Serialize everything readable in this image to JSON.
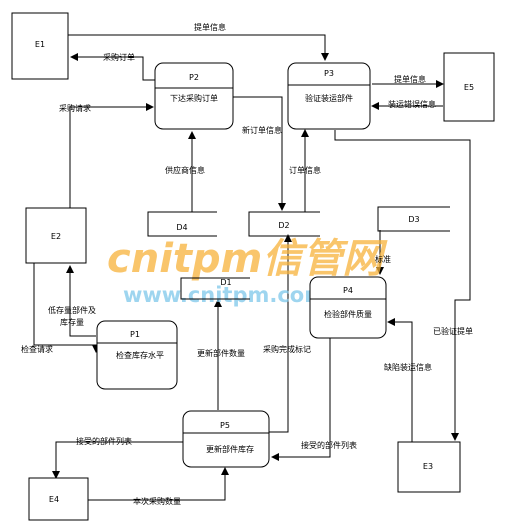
{
  "entities": {
    "e1": "E1",
    "e2": "E2",
    "e3": "E3",
    "e4": "E4",
    "e5": "E5"
  },
  "processes": {
    "p1": {
      "id": "P1",
      "name": "检查库存水平"
    },
    "p2": {
      "id": "P2",
      "name": "下达采购订单"
    },
    "p3": {
      "id": "P3",
      "name": "验证装运部件"
    },
    "p4": {
      "id": "P4",
      "name": "检验部件质量"
    },
    "p5": {
      "id": "P5",
      "name": "更新部件库存"
    }
  },
  "stores": {
    "d1": "D1",
    "d2": "D2",
    "d3": "D3",
    "d4": "D4"
  },
  "flows": {
    "e1_p3_bill": "提单信息",
    "p2_e1_po": "采购订单",
    "e2_p2_request": "采购请求",
    "p3_e5_bill": "提单信息",
    "e5_p3_error": "装运错误信息",
    "p2_d2_new_order": "新订单信息",
    "d4_p2_supplier": "供应商信息",
    "d2_p3_order": "订单信息",
    "d3_p4_standard": "标准",
    "p1_e2_low_stock_1": "低存量部件及",
    "p1_e2_low_stock_2": "库存量",
    "e2_p1_check": "检查请求",
    "p5_d1_update": "更新部件数量",
    "p5_d2_done": "采购完成标记",
    "p3_e3_verified": "已验证提单",
    "e3_p4_defect": "缺陷装运信息",
    "p4_p5_accepted": "接受的部件列表",
    "p5_e4_accepted": "接受的部件列表",
    "e4_p5_quantity": "本次采购数量"
  },
  "watermark": {
    "brand": "cnitpm信管网",
    "url": "www.cnitpm.com"
  }
}
